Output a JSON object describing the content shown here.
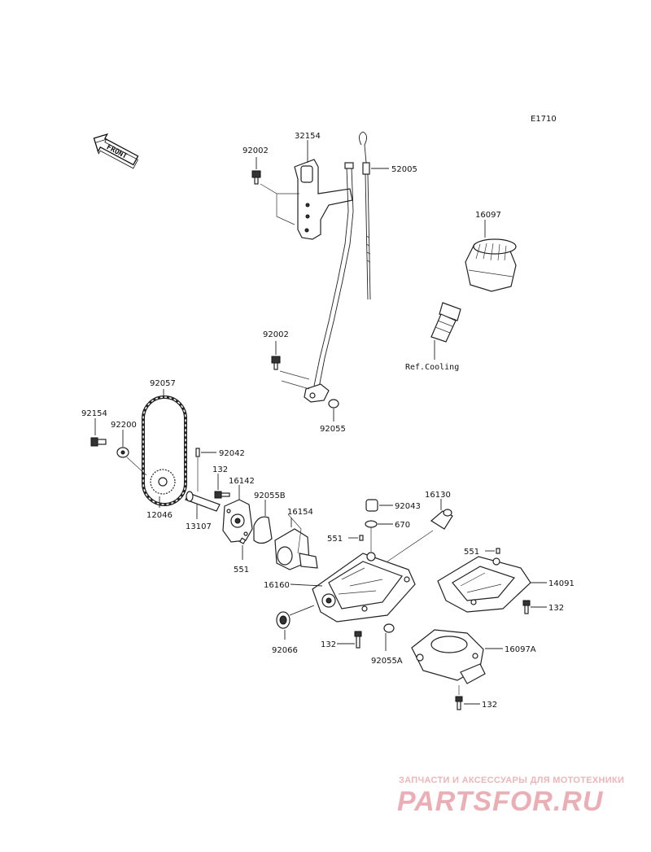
{
  "diagram": {
    "code": "E1710",
    "direction_label": "FRONT",
    "labels": {
      "p32154": "32154",
      "p92002_top": "92002",
      "p52005": "52005",
      "p16097": "16097",
      "ref_cooling": "Ref.Cooling",
      "p92002_mid": "92002",
      "p92055": "92055",
      "p92057": "92057",
      "p92154": "92154",
      "p92200": "92200",
      "p92042": "92042",
      "p132_a": "132",
      "p16142": "16142",
      "p92055B": "92055B",
      "p16154": "16154",
      "p12046": "12046",
      "p13107": "13107",
      "p551_a": "551",
      "p92043": "92043",
      "p16130": "16130",
      "p670": "670",
      "p551_b": "551",
      "p551_c": "551",
      "p14091": "14091",
      "p16160": "16160",
      "p132_b": "132",
      "p92066": "92066",
      "p132_c": "132",
      "p92055A": "92055A",
      "p16097A": "16097A",
      "p132_d": "132"
    }
  },
  "watermark": {
    "subtitle": "ЗАПЧАСТИ И АКСЕССУАРЫ ДЛЯ МОТОТЕХНИКИ",
    "brand": "PARTSFOR.RU"
  }
}
